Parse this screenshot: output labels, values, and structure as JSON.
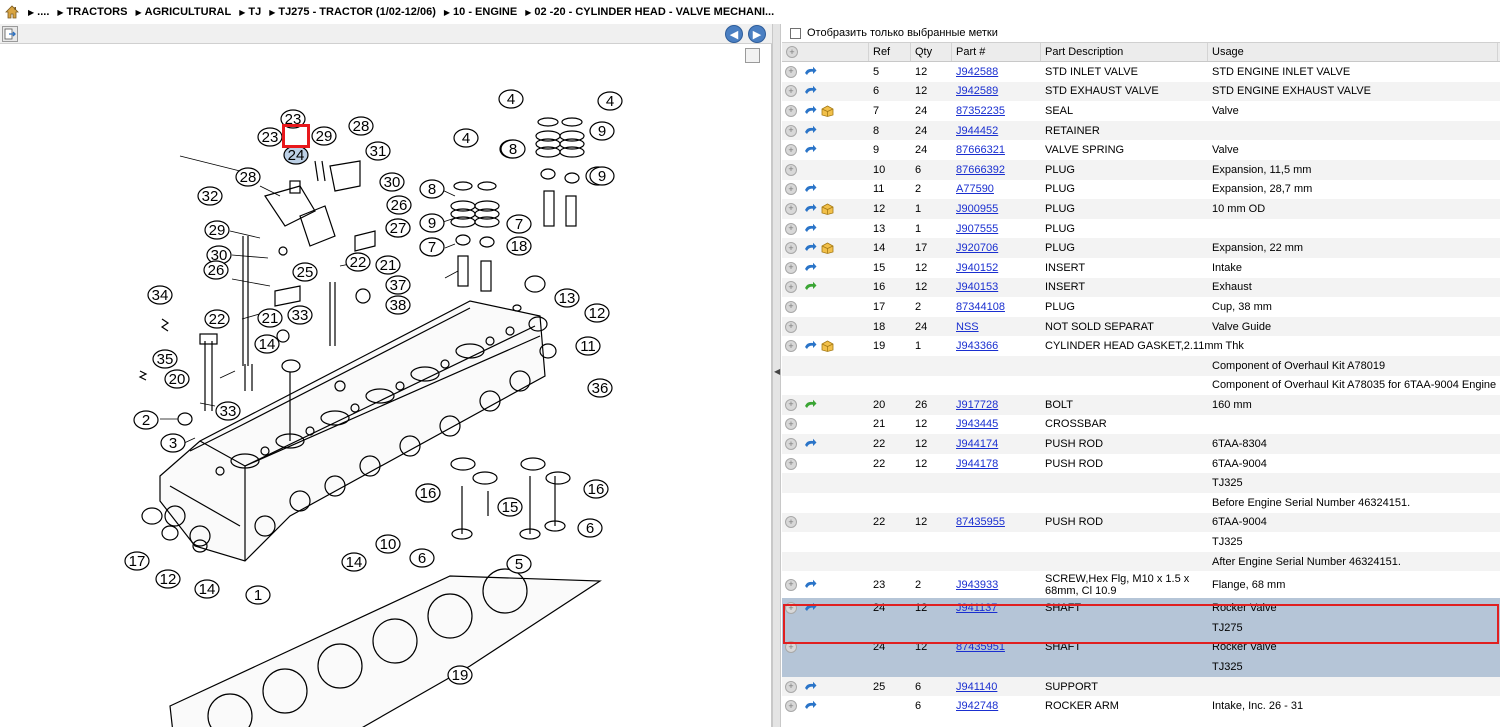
{
  "breadcrumb": [
    "....",
    "TRACTORS",
    "AGRICULTURAL",
    "TJ",
    "TJ275 - TRACTOR (1/02-12/06)",
    "10 - ENGINE",
    "02 -20 - CYLINDER HEAD - VALVE MECHANI..."
  ],
  "filter": {
    "label": "Отобразить только выбранные метки"
  },
  "columns": {
    "ref": "Ref",
    "qty": "Qty",
    "part": "Part #",
    "desc": "Part Description",
    "usage": "Usage"
  },
  "rows": [
    {
      "icons": [
        "blue"
      ],
      "ref": "5",
      "qty": "12",
      "part": "J942588",
      "desc": "STD INLET VALVE",
      "usage": "STD ENGINE INLET VALVE"
    },
    {
      "icons": [
        "blue"
      ],
      "ref": "6",
      "qty": "12",
      "part": "J942589",
      "desc": "STD EXHAUST VALVE",
      "usage": "STD ENGINE EXHAUST VALVE"
    },
    {
      "icons": [
        "blue",
        "box"
      ],
      "ref": "7",
      "qty": "24",
      "part": "87352235",
      "desc": "SEAL",
      "usage": "Valve"
    },
    {
      "icons": [
        "blue"
      ],
      "ref": "8",
      "qty": "24",
      "part": "J944452",
      "desc": "RETAINER",
      "usage": ""
    },
    {
      "icons": [
        "blue"
      ],
      "ref": "9",
      "qty": "24",
      "part": "87666321",
      "desc": "VALVE SPRING",
      "usage": "Valve"
    },
    {
      "icons": [],
      "ref": "10",
      "qty": "6",
      "part": "87666392",
      "desc": "PLUG",
      "usage": "Expansion, 11,5 mm"
    },
    {
      "icons": [
        "blue"
      ],
      "ref": "11",
      "qty": "2",
      "part": "A77590",
      "desc": "PLUG",
      "usage": "Expansion, 28,7 mm"
    },
    {
      "icons": [
        "blue",
        "box"
      ],
      "ref": "12",
      "qty": "1",
      "part": "J900955",
      "desc": "PLUG",
      "usage": "10 mm OD"
    },
    {
      "icons": [
        "blue"
      ],
      "ref": "13",
      "qty": "1",
      "part": "J907555",
      "desc": "PLUG",
      "usage": ""
    },
    {
      "icons": [
        "blue",
        "box"
      ],
      "ref": "14",
      "qty": "17",
      "part": "J920706",
      "desc": "PLUG",
      "usage": "Expansion, 22 mm"
    },
    {
      "icons": [
        "blue"
      ],
      "ref": "15",
      "qty": "12",
      "part": "J940152",
      "desc": "INSERT",
      "usage": "Intake"
    },
    {
      "icons": [
        "green"
      ],
      "ref": "16",
      "qty": "12",
      "part": "J940153",
      "desc": "INSERT",
      "usage": "Exhaust"
    },
    {
      "icons": [],
      "ref": "17",
      "qty": "2",
      "part": "87344108",
      "desc": "PLUG",
      "usage": "Cup, 38 mm"
    },
    {
      "icons": [],
      "ref": "18",
      "qty": "24",
      "part": "NSS",
      "desc": "NOT SOLD SEPARAT",
      "usage": "Valve Guide"
    },
    {
      "icons": [
        "blue",
        "box"
      ],
      "ref": "19",
      "qty": "1",
      "part": "J943366",
      "desc": "CYLINDER HEAD GASKET,2.11mm Thk",
      "usage": ""
    },
    {
      "cont": true,
      "usage": "Component of Overhaul Kit A78019"
    },
    {
      "cont": true,
      "usage": "Component of Overhaul Kit A78035 for 6TAA-9004 Engine"
    },
    {
      "icons": [
        "green"
      ],
      "ref": "20",
      "qty": "26",
      "part": "J917728",
      "desc": "BOLT",
      "usage": "160 mm"
    },
    {
      "icons": [],
      "ref": "21",
      "qty": "12",
      "part": "J943445",
      "desc": "CROSSBAR",
      "usage": ""
    },
    {
      "icons": [
        "blue"
      ],
      "ref": "22",
      "qty": "12",
      "part": "J944174",
      "desc": "PUSH ROD",
      "usage": "6TAA-8304"
    },
    {
      "icons": [],
      "ref": "22",
      "qty": "12",
      "part": "J944178",
      "desc": "PUSH ROD",
      "usage": "6TAA-9004"
    },
    {
      "cont": true,
      "usage": "TJ325"
    },
    {
      "cont": true,
      "usage": "Before Engine Serial Number 46324151."
    },
    {
      "icons": [],
      "ref": "22",
      "qty": "12",
      "part": "87435955",
      "desc": "PUSH ROD",
      "usage": "6TAA-9004"
    },
    {
      "cont": true,
      "usage": "TJ325"
    },
    {
      "cont": true,
      "usage": "After Engine Serial Number 46324151."
    },
    {
      "icons": [
        "blue"
      ],
      "ref": "23",
      "qty": "2",
      "part": "J943933",
      "desc": "SCREW,Hex Flg, M10 x 1.5 x 68mm, Cl 10.9",
      "usage": "Flange, 68 mm",
      "tall": true
    },
    {
      "icons": [
        "blue"
      ],
      "ref": "24",
      "qty": "12",
      "part": "J941137",
      "desc": "SHAFT",
      "usage": "Rocker Valve",
      "sel": true
    },
    {
      "cont": true,
      "usage": "TJ275",
      "sel": true
    },
    {
      "icons": [],
      "ref": "24",
      "qty": "12",
      "part": "87435951",
      "desc": "SHAFT",
      "usage": "Rocker Valve",
      "sel": true
    },
    {
      "cont": true,
      "usage": "TJ325",
      "sel": true
    },
    {
      "icons": [
        "blue"
      ],
      "ref": "25",
      "qty": "6",
      "part": "J941140",
      "desc": "SUPPORT",
      "usage": ""
    },
    {
      "icons": [
        "blue"
      ],
      "ref": "",
      "qty": "6",
      "part": "J942748",
      "desc": "ROCKER ARM",
      "usage": "Intake, Inc. 26 - 31"
    }
  ],
  "diagram_labels": [
    "4",
    "4",
    "23",
    "29",
    "28",
    "31",
    "23",
    "24",
    "28",
    "30",
    "26",
    "32",
    "27",
    "8",
    "9",
    "8",
    "9",
    "29",
    "30",
    "26",
    "25",
    "22",
    "21",
    "7",
    "18",
    "27",
    "37",
    "21",
    "33",
    "34",
    "22",
    "38",
    "14",
    "35",
    "20",
    "33",
    "2",
    "3",
    "16",
    "13",
    "12",
    "11",
    "36",
    "16",
    "15",
    "16",
    "10",
    "14",
    "6",
    "5",
    "6",
    "17",
    "12",
    "14",
    "1",
    "19",
    "7",
    "7",
    "18",
    "8",
    "9",
    "4"
  ],
  "colors": {
    "link": "#1a2fd0",
    "selected_row": "#b5c5d7",
    "highlight": "#e02020",
    "nav_blue": "#4a7fc2"
  }
}
